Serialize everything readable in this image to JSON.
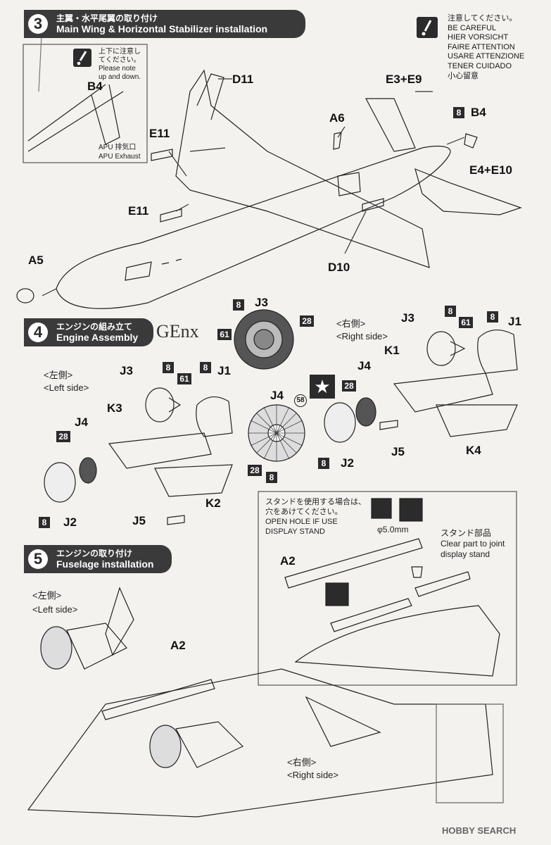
{
  "step3": {
    "number": "3",
    "title_jp": "主翼・水平尾翼の取り付け",
    "title_en": "Main Wing & Horizontal Stabilizer installation"
  },
  "caution": {
    "lines": [
      "注意してください。",
      "BE CAREFUL",
      "HIER VORSICHT",
      "FAIRE ATTENTION",
      "USARE ATTENZIONE",
      "TENER CUIDADO",
      "小心留意"
    ]
  },
  "inset": {
    "note_lines": [
      "上下に注意し",
      "てください。",
      "Please note",
      "up and down."
    ],
    "part": "B4",
    "caption_jp": "APU 排気口",
    "caption_en": "APU Exhaust"
  },
  "parts_step3": {
    "d11": "D11",
    "e3e9": "E3+E9",
    "a6": "A6",
    "b4": "B4",
    "b4_badge": "8",
    "e11a": "E11",
    "e11b": "E11",
    "e4e10": "E4+E10",
    "a5": "A5",
    "d10": "D10"
  },
  "step4": {
    "number": "4",
    "title_jp": "エンジンの組み立て",
    "title_en": "Engine Assembly",
    "brand": "GEnx"
  },
  "step4_parts": {
    "j3_top": "J3",
    "b8_top": "8",
    "b28_top": "28",
    "b61_top": "61",
    "right_side_jp": "<右側>",
    "right_side_en": "<Right side>",
    "left_side_jp": "<左側>",
    "left_side_en": "<Left side>",
    "j3_right": "J3",
    "b8_j3r": "8",
    "b61_j3r": "61",
    "b8_j1r": "8",
    "j1_right": "J1",
    "k1": "K1",
    "j4_right": "J4",
    "b28_j4r": "28",
    "j4_center": "J4",
    "b58": "58",
    "b28_fan": "28",
    "b8_fan": "8",
    "b8_j2r": "8",
    "j2_right": "J2",
    "j5_right": "J5",
    "k4": "K4",
    "j3_left": "J3",
    "b8_l": "8",
    "b61_l": "61",
    "b8_j1l": "8",
    "j1_left": "J1",
    "k3": "K3",
    "j4_left": "J4",
    "b28_l": "28",
    "b8_j2l": "8",
    "j2_left": "J2",
    "j5_left": "J5",
    "k2": "K2"
  },
  "stand_box": {
    "note_jp_1": "スタンドを使用する場合は、",
    "note_jp_2": "穴をあけてください。",
    "note_en_1": "OPEN HOLE IF USE",
    "note_en_2": "DISPLAY STAND",
    "drill": "φ5.0mm",
    "part_jp": "スタンド部品",
    "part_en_1": "Clear part to joint",
    "part_en_2": "display stand",
    "a2": "A2"
  },
  "step5": {
    "number": "5",
    "title_jp": "エンジンの取り付け",
    "title_en": "Fuselage installation",
    "left_side_jp": "<左側>",
    "left_side_en": "<Left side>",
    "right_side_jp": "<右側>",
    "right_side_en": "<Right side>",
    "a2": "A2"
  },
  "watermark": "HOBBY SEARCH",
  "colors": {
    "ink": "#1a1a1a",
    "panel": "#3a3a3a",
    "paper": "#f3f2ef"
  }
}
